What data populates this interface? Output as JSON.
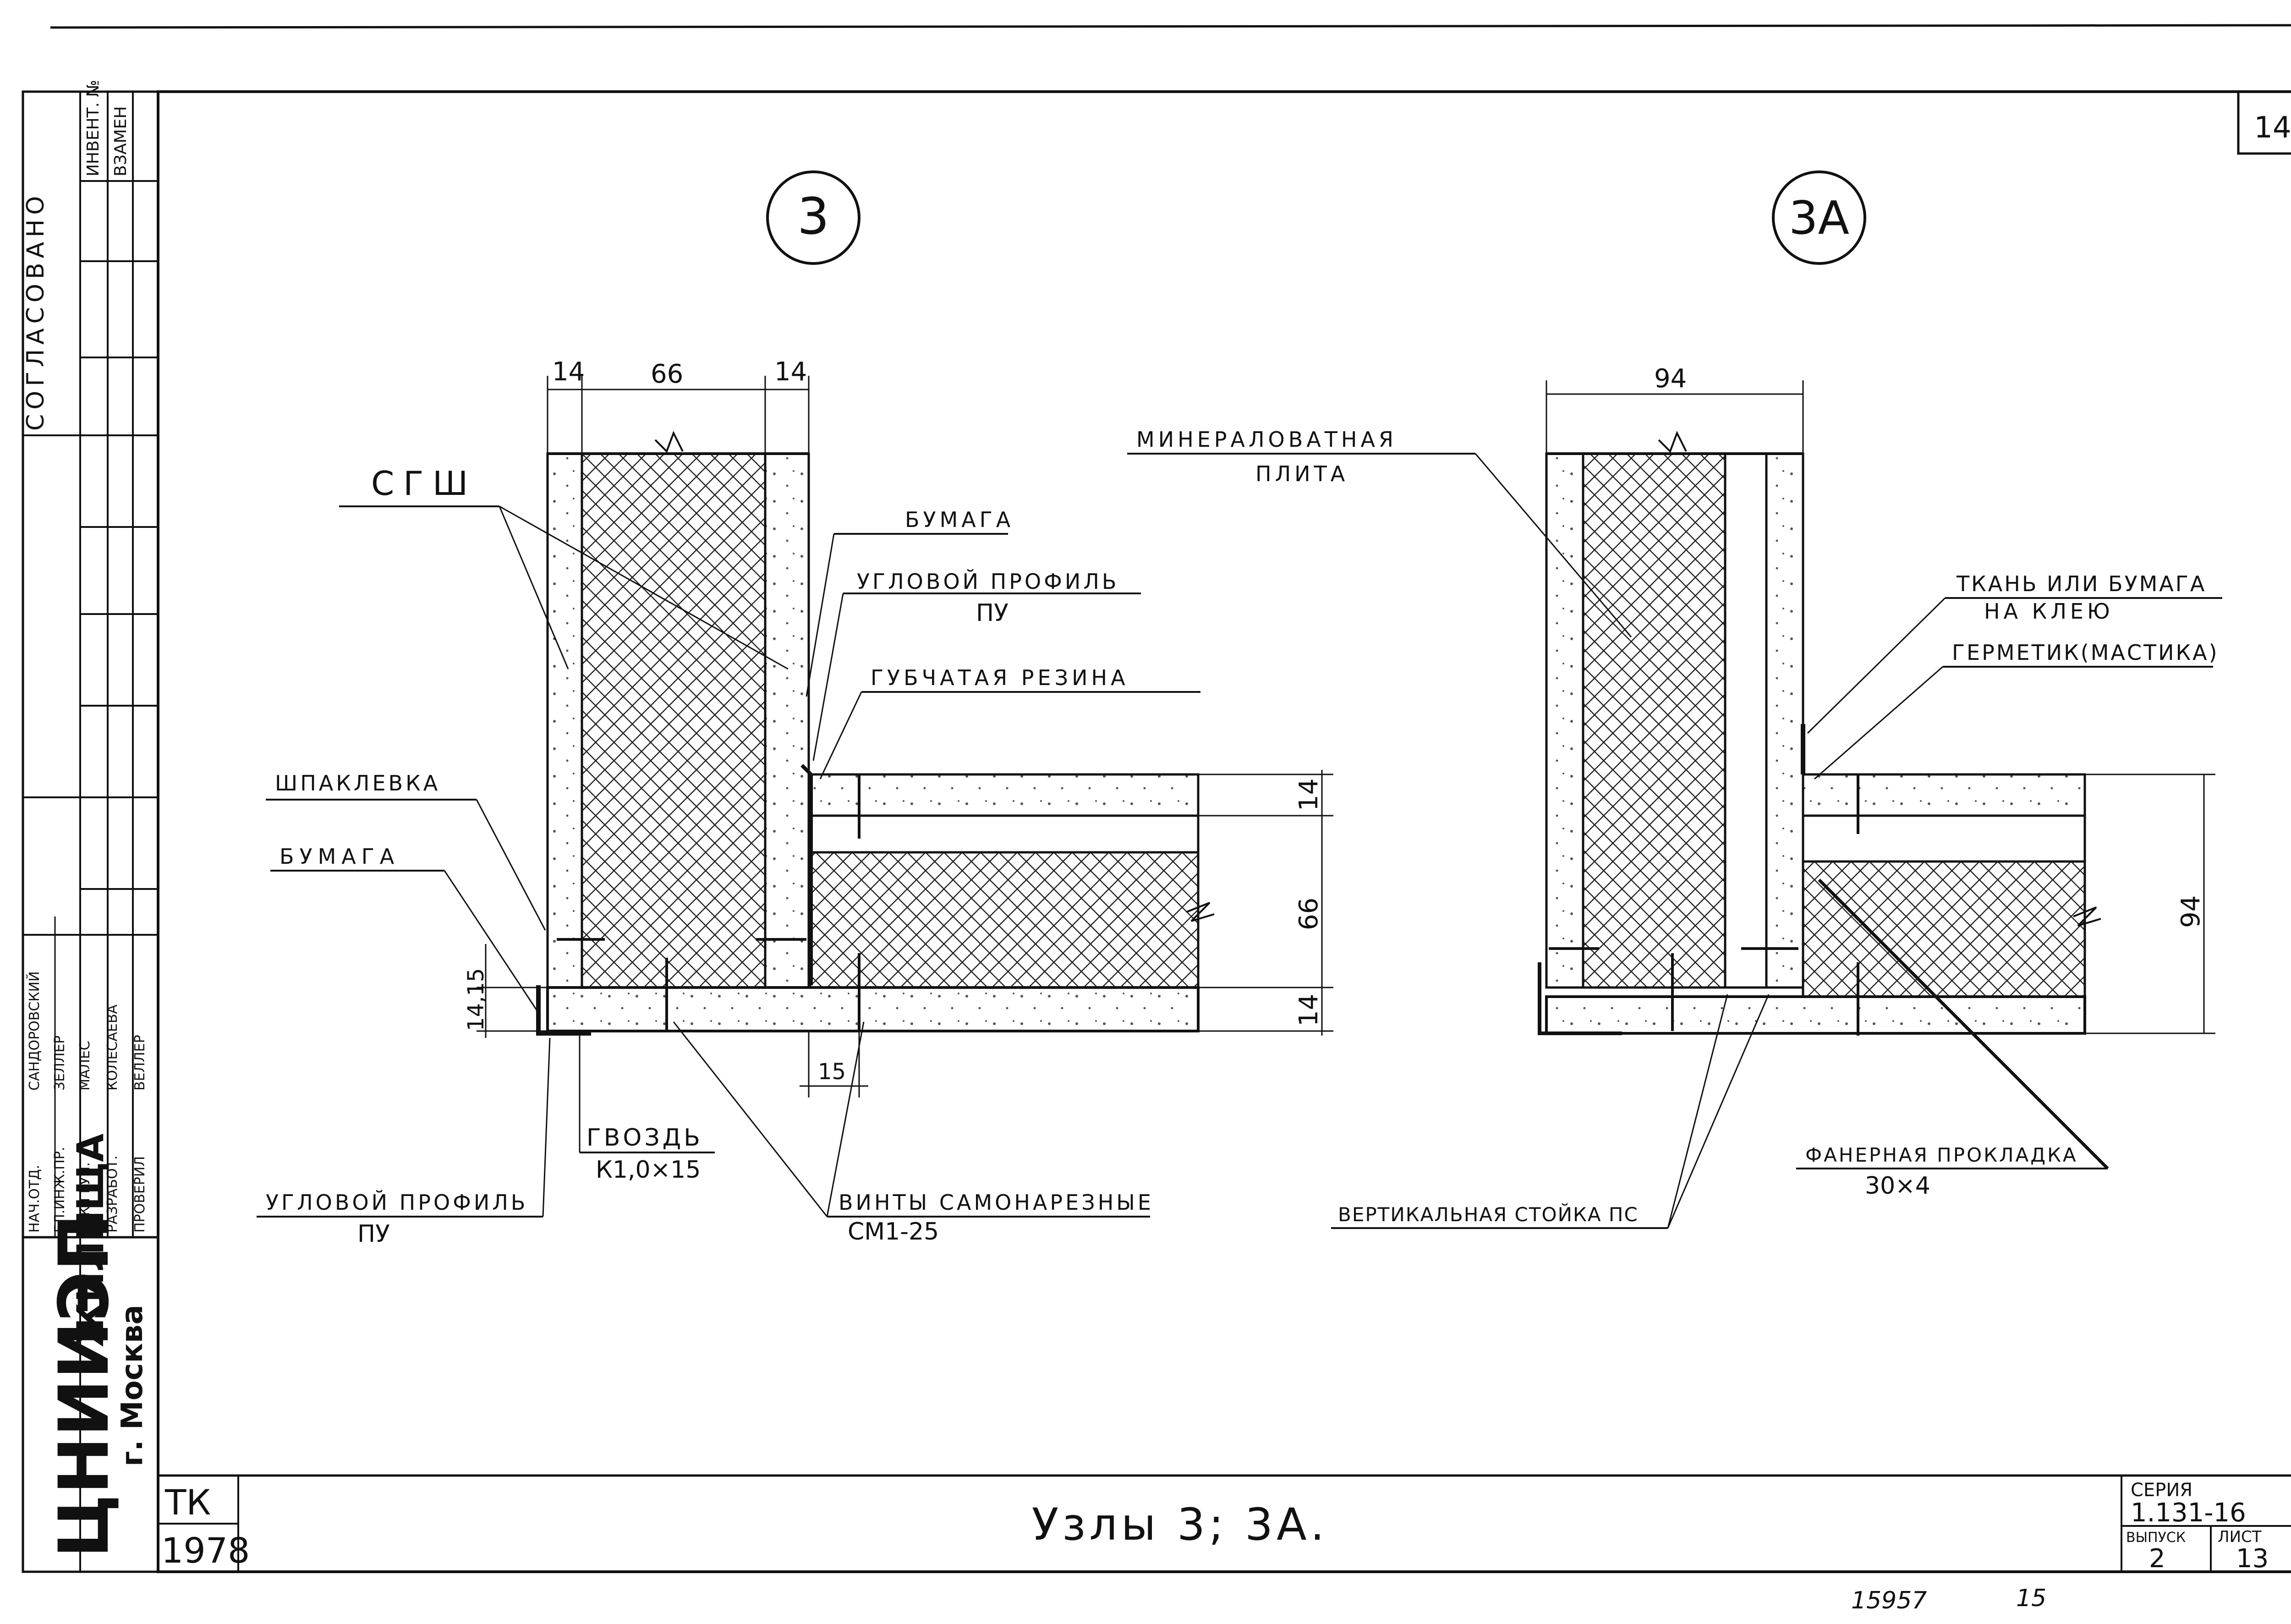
{
  "sheet_number": "14",
  "node_left": {
    "marker": "3",
    "dims_top": [
      "14",
      "66",
      "14"
    ],
    "dims_right": [
      "14",
      "66",
      "14"
    ],
    "dims_left": [
      "14,15",
      "14,15"
    ],
    "dim_bottom": "15",
    "labels": {
      "sgsh": "СГШ",
      "paper_top": "БУМАГА",
      "corner_profile_top": "УГЛОВОЙ ПРОФИЛЬ",
      "corner_profile_top_sub": "ПУ",
      "sponge_rubber": "ГУБЧАТАЯ РЕЗИНА",
      "putty": "ШПАКЛЕВКА",
      "paper_left": "БУМАГА",
      "nail": "ГВОЗДЬ",
      "nail_size": "К1,0×15",
      "corner_profile_bottom": "УГЛОВОЙ ПРОФИЛЬ",
      "corner_profile_bottom_sub": "ПУ",
      "screws": "ВИНТЫ САМОНАРЕЗНЫЕ",
      "screws_size": "СМ1-25"
    }
  },
  "node_right": {
    "marker": "3А",
    "dim_top": "94",
    "dim_right": "94",
    "labels": {
      "mineral_wool": "МИНЕРАЛОВАТНАЯ",
      "mineral_wool_sub": "ПЛИТА",
      "fabric": "ТКАНЬ ИЛИ БУМАГА",
      "fabric_sub": "НА КЛЕЮ",
      "sealant": "ГЕРМЕТИК(МАСТИКА)",
      "plywood": "ФАНЕРНАЯ ПРОКЛАДКА",
      "plywood_size": "30×4",
      "post": "ВЕРТИКАЛЬНАЯ СТОЙКА ПС"
    }
  },
  "left_strip": {
    "agreed": "СОГЛАСОВАНО",
    "inv_no": "ИНВЕНТ. №",
    "replace": "ВЗАМЕН",
    "roles": [
      "НАЧ.ОТД.",
      "ГЛ.ИНЖ.ПР.",
      "РУК.ГРУП.",
      "РАЗРАБОТ.",
      "ПРОВЕРИЛ"
    ],
    "names": [
      "САНДОРОВСКИЙ",
      "ЗЕЛЛЕР",
      "МАЛЕС",
      "КОЛЕСАЕВА",
      "ВЕЛЛЕР"
    ],
    "org": "ЦНИИЭП",
    "org_suffix": "ЖИЛИЩА",
    "city": "г. Москва"
  },
  "title_block": {
    "code": "ТК",
    "year": "1978",
    "title": "Узлы 3; 3А.",
    "series_label": "СЕРИЯ",
    "series_value": "1.131-16",
    "issue_label": "ВЫПУСК",
    "issue_value": "2",
    "sheet_label": "ЛИСТ",
    "sheet_value": "13"
  },
  "footer": {
    "number": "15957",
    "page": "15"
  }
}
